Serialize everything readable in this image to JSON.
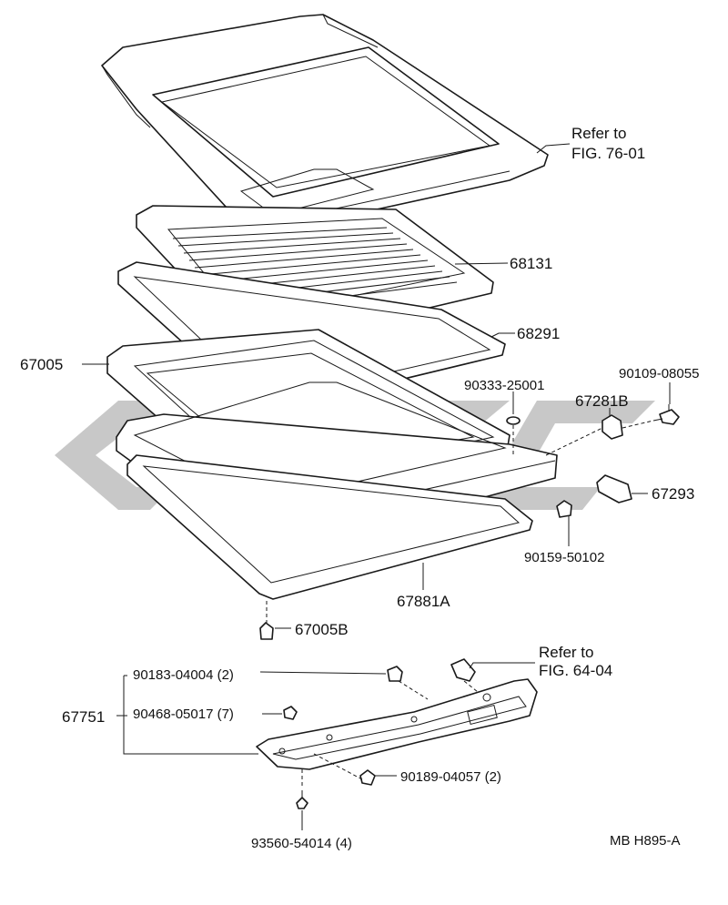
{
  "labels": {
    "refer_7601_a": "Refer to",
    "refer_7601_b": "FIG. 76-01",
    "p68131": "68131",
    "p68291": "68291",
    "p67005": "67005",
    "p90333": "90333-25001",
    "p90109": "90109-08055",
    "p67281b": "67281B",
    "p67293": "67293",
    "p90159": "90159-50102",
    "p67881a": "67881A",
    "p67005b": "67005B",
    "refer_6404_a": "Refer to",
    "refer_6404_b": "FIG. 64-04",
    "p90183": "90183-04004 (2)",
    "p67751": "67751",
    "p90468": "90468-05017 (7)",
    "p90189": "90189-04057 (2)",
    "p93560": "93560-54014 (4)",
    "code": "MB  H895-A"
  },
  "colors": {
    "line": "#1a1a1a",
    "watermark": "#9a9a9a"
  }
}
